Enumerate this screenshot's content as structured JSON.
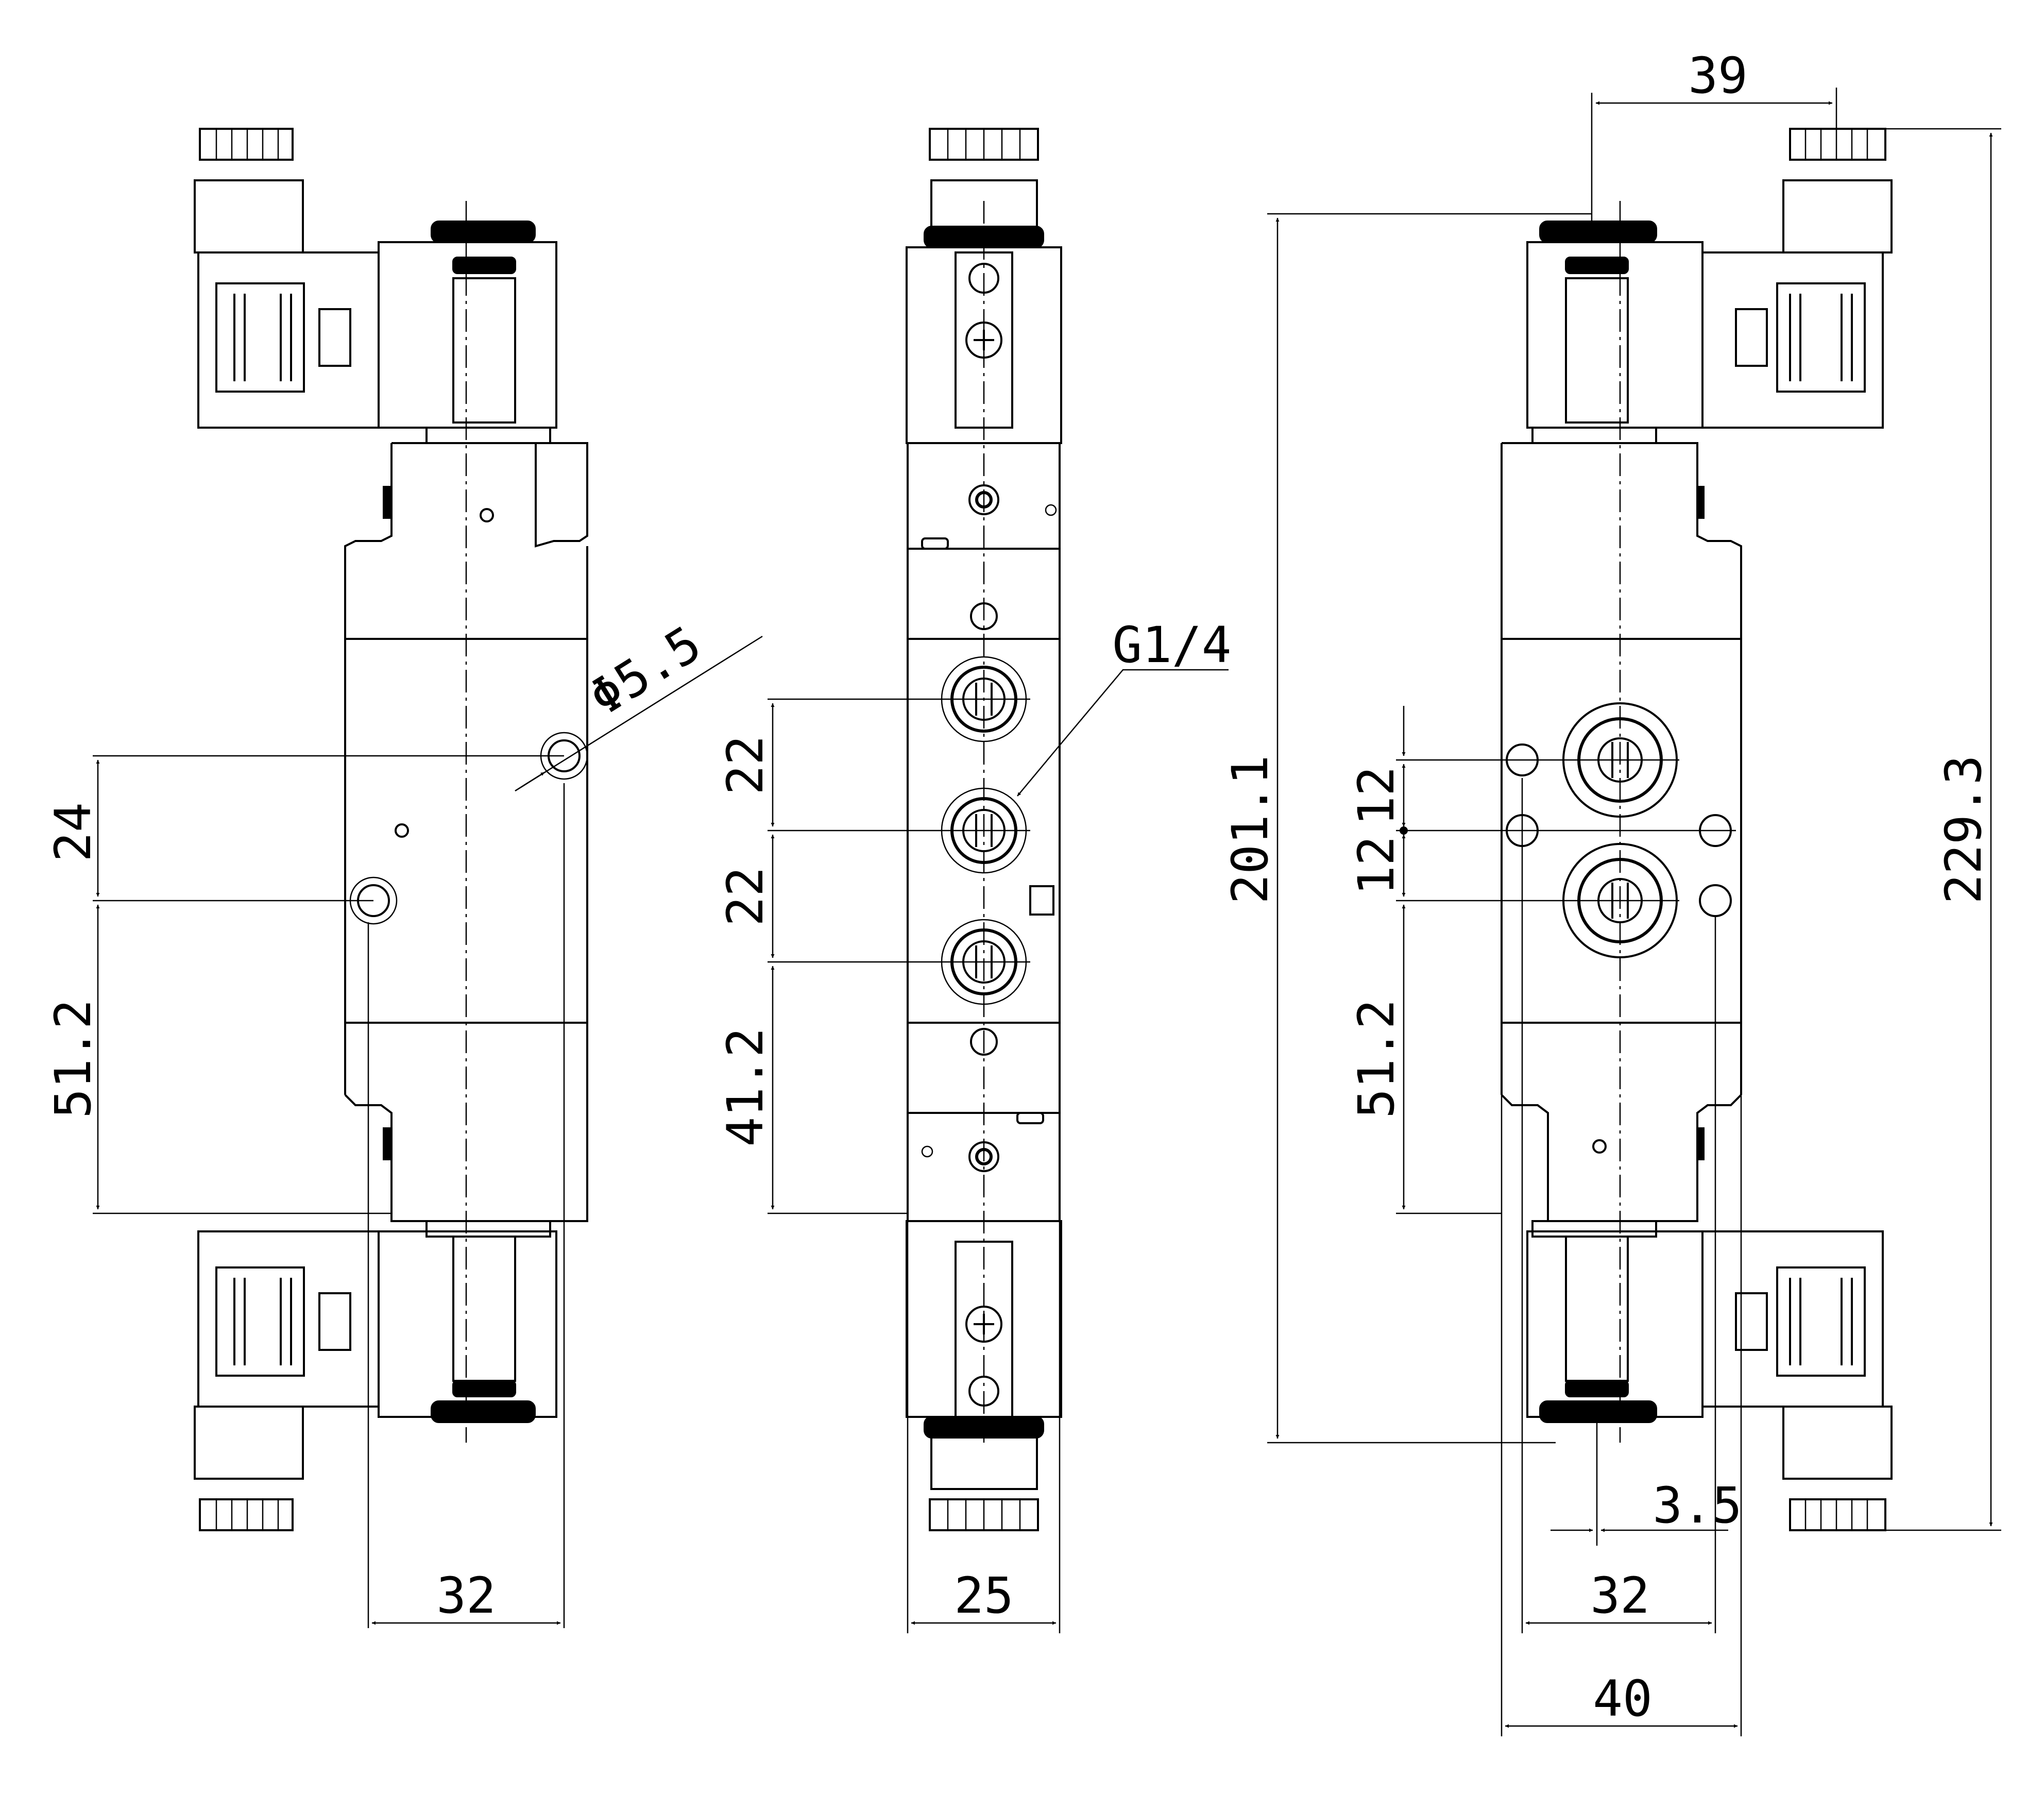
{
  "colors": {
    "line": "#000000",
    "background": "#ffffff"
  },
  "views": {
    "left": {
      "hole_diameter": "Φ5.5",
      "dim_vertical_upper": "24",
      "dim_vertical_lower": "51.2",
      "dim_width": "32"
    },
    "middle": {
      "port_thread": "G1/4",
      "dim_pitch_upper": "22",
      "dim_pitch_lower": "22",
      "dim_lower": "41.2",
      "dim_width": "25"
    },
    "right": {
      "dim_top_offset": "39",
      "dim_body_length": "201.1",
      "dim_overall_length": "229.3",
      "dim_pitch_upper": "12",
      "dim_pitch_lower": "12",
      "dim_lower": "51.2",
      "dim_offset_small": "3.5",
      "dim_width_inner": "32",
      "dim_width_outer": "40"
    }
  }
}
